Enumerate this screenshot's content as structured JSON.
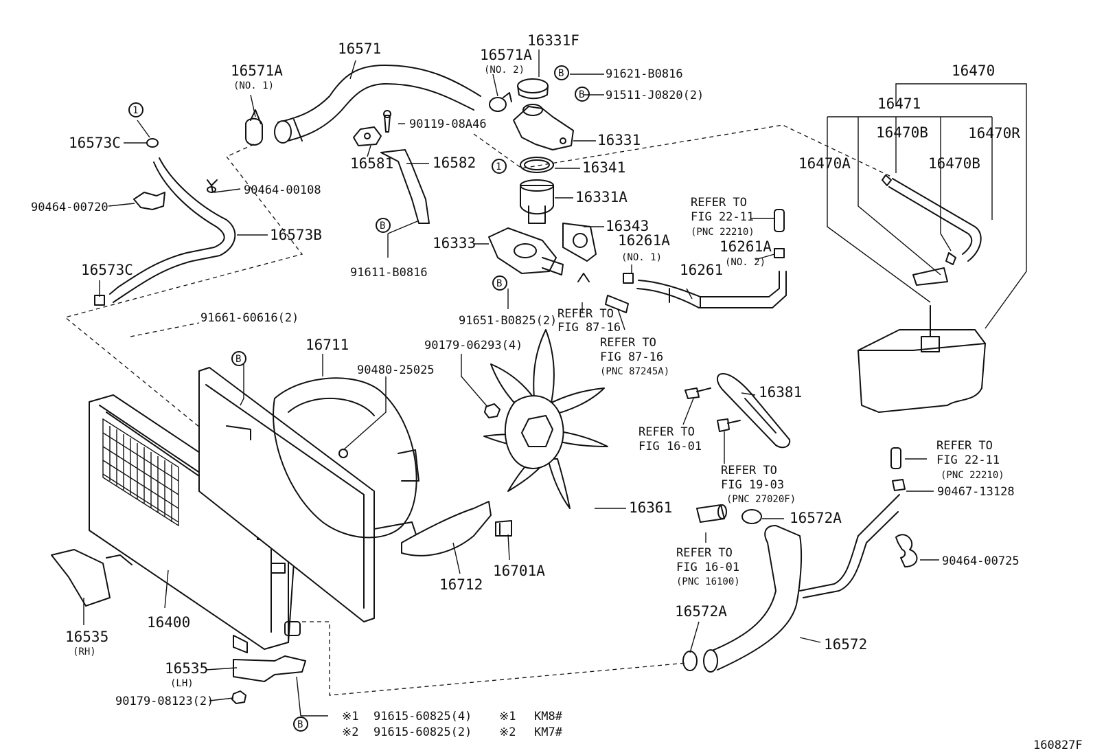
{
  "diagram_id": "160827F",
  "parts": {
    "p16571": "16571",
    "p16571A_1": "16571A",
    "p16571A_1_note": "(NO. 1)",
    "p16571A_2": "16571A",
    "p16571A_2_note": "(NO. 2)",
    "p16331F": "16331F",
    "p91621": "91621-B0816",
    "p91511": "91511-J0820(2)",
    "p90119": "90119-08A46",
    "p16331": "16331",
    "p16341": "16341",
    "p16582": "16582",
    "p16581": "16581",
    "p16331A": "16331A",
    "p16343": "16343",
    "p16333": "16333",
    "p91611": "91611-B0816",
    "p16261A_1": "16261A",
    "p16261A_1_note": "(NO. 1)",
    "p16261A_2": "16261A",
    "p16261A_2_note": "(NO. 2)",
    "p16261": "16261",
    "p91651": "91651-B0825(2)",
    "p16573C_top": "16573C",
    "p16573C_bot": "16573C",
    "p90464_00108": "90464-00108",
    "p90464_00720": "90464-00720",
    "p16573B": "16573B",
    "p91661": "91661-60616(2)",
    "p16711": "16711",
    "p90480": "90480-25025",
    "p90179_06293": "90179-06293(4)",
    "p16381": "16381",
    "p16361": "16361",
    "p16712": "16712",
    "p16701A": "16701A",
    "p16400": "16400",
    "p16535_rh": "16535",
    "p16535_rh_note": "(RH)",
    "p16535_lh": "16535",
    "p16535_lh_note": "(LH)",
    "p90179_08123": "90179-08123(2)",
    "p16470": "16470",
    "p16471": "16471",
    "p16470B_a": "16470B",
    "p16470R": "16470R",
    "p16470A": "16470A",
    "p16470B_b": "16470B",
    "p16572A_top": "16572A",
    "p16572A_bot": "16572A",
    "p16572": "16572",
    "p90467": "90467-13128",
    "p90464_00725": "90464-00725"
  },
  "refs": {
    "r_22_11_top": [
      "REFER TO",
      "FIG 22-11",
      "(PNC 22210)"
    ],
    "r_87_16_a": [
      "REFER TO",
      "FIG 87-16"
    ],
    "r_87_16_b": [
      "REFER TO",
      "FIG 87-16",
      "(PNC 87245A)"
    ],
    "r_16_01_a": [
      "REFER TO",
      "FIG 16-01"
    ],
    "r_19_03": [
      "REFER TO",
      "FIG 19-03",
      "(PNC 27020F)"
    ],
    "r_22_11_bot": [
      "REFER TO",
      "FIG 22-11",
      "(PNC 22210)"
    ],
    "r_16_01_b": [
      "REFER TO",
      "FIG 16-01",
      "(PNC 16100)"
    ]
  },
  "markers": {
    "circle_1": "1",
    "circle_b": "B"
  },
  "footnotes": {
    "n1_mark": "※1",
    "n1_part": "91615-60825(4)",
    "n2_mark": "※2",
    "n2_part": "91615-60825(2)",
    "m1_mark": "※1",
    "m1_model": "KM8#",
    "m2_mark": "※2",
    "m2_model": "KM7#"
  }
}
